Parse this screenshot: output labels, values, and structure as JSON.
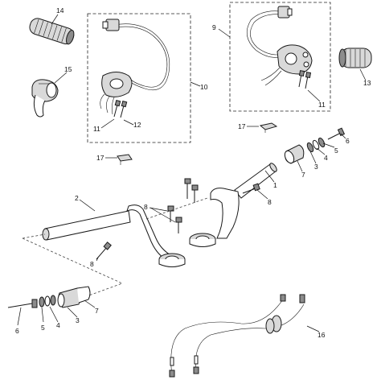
{
  "callouts": [
    {
      "id": "c14",
      "text": "14"
    },
    {
      "id": "c15",
      "text": "15"
    },
    {
      "id": "c9",
      "text": "9"
    },
    {
      "id": "c10",
      "text": "10"
    },
    {
      "id": "c11a",
      "text": "11"
    },
    {
      "id": "c12",
      "text": "12"
    },
    {
      "id": "c11b",
      "text": "11"
    },
    {
      "id": "c13",
      "text": "13"
    },
    {
      "id": "c17a",
      "text": "17"
    },
    {
      "id": "c17b",
      "text": "17"
    },
    {
      "id": "c6a",
      "text": "6"
    },
    {
      "id": "c5a",
      "text": "5"
    },
    {
      "id": "c4a",
      "text": "4"
    },
    {
      "id": "c3a",
      "text": "3"
    },
    {
      "id": "c7a",
      "text": "7"
    },
    {
      "id": "c1",
      "text": "1"
    },
    {
      "id": "c8a",
      "text": "8"
    },
    {
      "id": "c8b",
      "text": "8"
    },
    {
      "id": "c2",
      "text": "2"
    },
    {
      "id": "c8c",
      "text": "8"
    },
    {
      "id": "c6b",
      "text": "6"
    },
    {
      "id": "c5b",
      "text": "5"
    },
    {
      "id": "c4b",
      "text": "4"
    },
    {
      "id": "c3b",
      "text": "3"
    },
    {
      "id": "c7b",
      "text": "7"
    },
    {
      "id": "c16",
      "text": "16"
    }
  ]
}
